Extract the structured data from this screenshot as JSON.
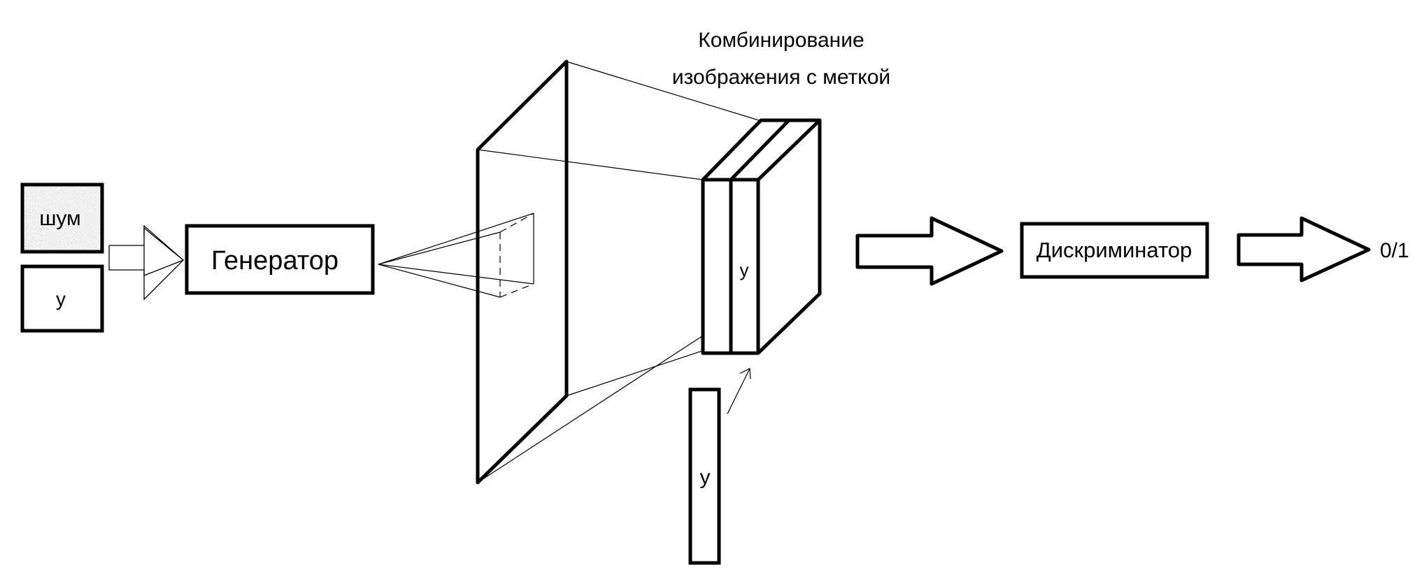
{
  "labels": {
    "noise": "шум",
    "label_y_input": "y",
    "generator": "Генератор",
    "combine_line1": "Комбинирование",
    "combine_line2": "изображения с меткой",
    "label_y_slice": "y",
    "label_y_bar": "y",
    "discriminator": "Дискриминатор",
    "output": "0/1"
  },
  "colors": {
    "stroke": "#000000",
    "background": "#ffffff",
    "noise_fill": "#bdbdbd"
  }
}
